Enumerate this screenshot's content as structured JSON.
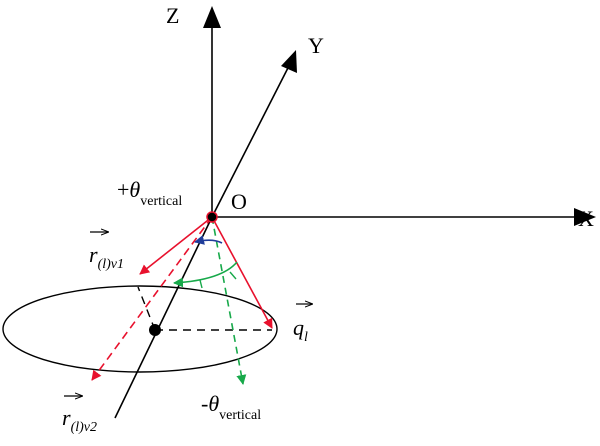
{
  "axes": {
    "z": "Z",
    "y": "Y",
    "x": "X",
    "origin": "O"
  },
  "angle_labels": {
    "plus": {
      "sign": "+",
      "symbol": "θ",
      "subscript": "vertical"
    },
    "minus": {
      "sign": "-",
      "symbol": "θ",
      "subscript": "vertical"
    }
  },
  "vectors": {
    "r1": {
      "base": "r",
      "subscript": "(l)v1"
    },
    "r2": {
      "base": "r",
      "subscript": "(l)v2"
    },
    "q": {
      "base": "q",
      "subscript": "l"
    }
  },
  "colors": {
    "axes": "#000000",
    "red_vectors": "#e8112d",
    "green_arc": "#17a94a",
    "blue_arc": "#1f3c9a"
  }
}
